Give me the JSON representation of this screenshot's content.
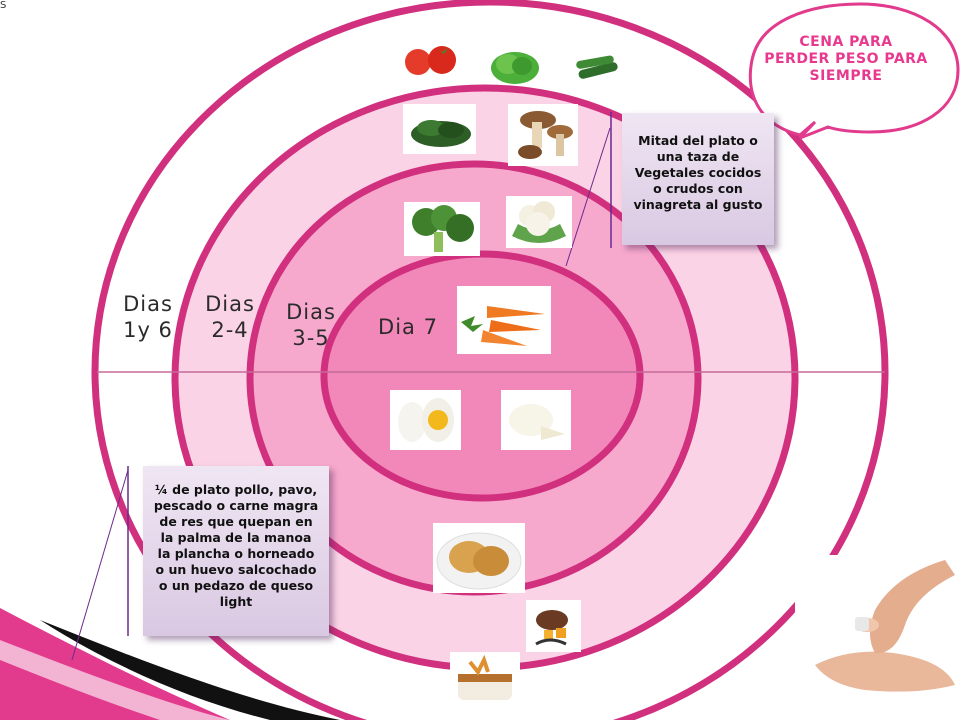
{
  "corner_mark": "S",
  "bubble": {
    "title": "CENA PARA\nPERDER PESO PARA\nSIEMPRE",
    "stroke": "#e23a8c"
  },
  "rings": [
    {
      "label": "Dias\n1y 6",
      "color": "#ffffff"
    },
    {
      "label": "Dias\n2-4",
      "color": "#fbd3e6"
    },
    {
      "label": "Dias\n3-5",
      "color": "#f7a9cd"
    },
    {
      "label": "Dia 7",
      "color": "#f288b9"
    }
  ],
  "callouts": {
    "vegetables": "Mitad del plato o\nuna taza de\nVegetales cocidos\no crudos con\nvinagreta al gusto",
    "protein": "¼ de plato pollo, pavo,\npescado o carne magra\nde res que quepan en\nla palma de la manoa\nla plancha o horneado\no un huevo salcochado\no un pedazo de queso\nlight"
  },
  "food_icons": [
    "tomato-icon",
    "lettuce-icon",
    "cucumber-icon",
    "spinach-icon",
    "mushroom-icon",
    "broccoli-icon",
    "cauliflower-icon",
    "carrot-icon",
    "egg-icon",
    "cheese-icon",
    "chicken-icon",
    "steak-icon",
    "fish-icon"
  ],
  "colors": {
    "ring_stroke": "#d1307e",
    "accent": "#e8398f",
    "callout_line": "#6b2a8e"
  }
}
